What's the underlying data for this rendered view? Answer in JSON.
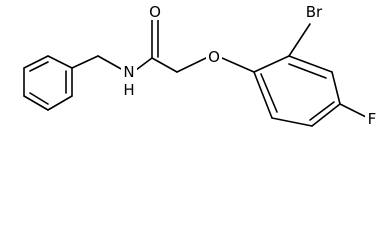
{
  "molecule": {
    "labels": {
      "oxygen_carbonyl": "O",
      "nitrogen_amide": "N",
      "hydrogen_amide": "H",
      "oxygen_ether": "O",
      "bromine": "Br",
      "fluorine": "F"
    }
  }
}
